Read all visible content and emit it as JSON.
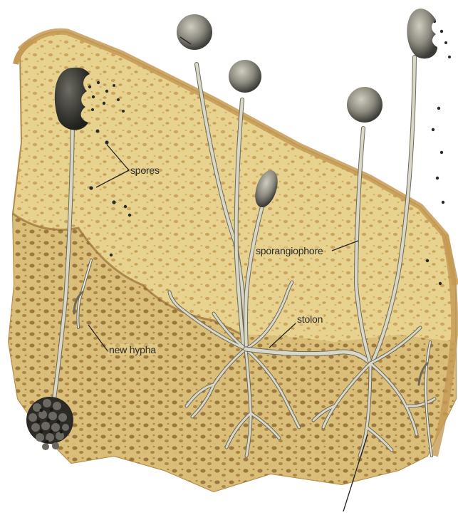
{
  "labels": {
    "spores": "spores",
    "sporangiophore": "sporangiophore",
    "stolon": "stolon",
    "new_hypha": "new hypha"
  },
  "colors": {
    "bread_crumb": "#e7d38f",
    "bread_crust": "#c49a55",
    "bread_holes": "#b0803c",
    "bread_shadow": "#8a5f28",
    "hypha": "#d9d7c8",
    "hypha_outline": "#6e6a58",
    "sporangium_dark": "#3a3a36",
    "sporangium_mid": "#8e8c80",
    "leader_line": "#222222"
  }
}
